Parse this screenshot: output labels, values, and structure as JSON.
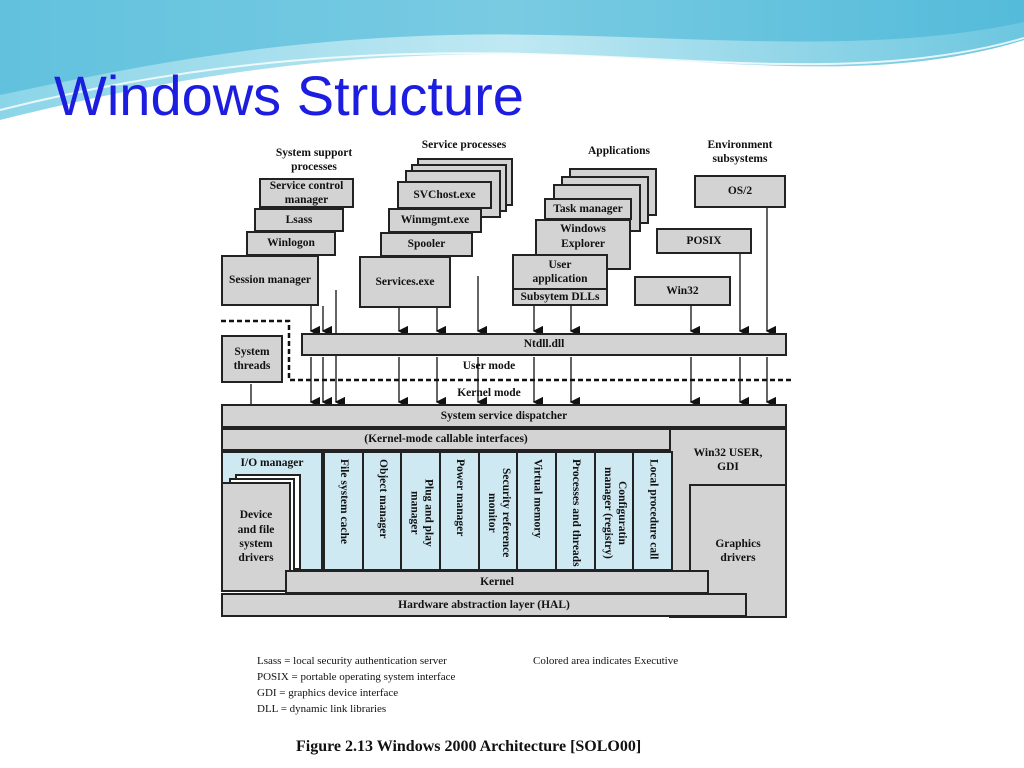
{
  "slide": {
    "title": "Windows Structure"
  },
  "diagram": {
    "groups": {
      "system_support": "System support processes",
      "service_processes": "Service processes",
      "applications": "Applications",
      "environment_subsystems": "Environment subsystems"
    },
    "system_support": {
      "service_control_manager": "Service control manager",
      "lsass": "Lsass",
      "winlogon": "Winlogon",
      "session_manager": "Session manager",
      "system_threads": "System threads"
    },
    "service_processes": {
      "svchost": "SVChost.exe",
      "winmgmt": "Winmgmt.exe",
      "spooler": "Spooler",
      "services": "Services.exe"
    },
    "applications": {
      "task_manager": "Task manager",
      "windows_explorer": "Windows Explorer",
      "user_application": "User application",
      "subsystem_dlls": "Subsytem DLLs"
    },
    "environment": {
      "os2": "OS/2",
      "posix": "POSIX",
      "win32": "Win32"
    },
    "ntdll": "Ntdll.dll",
    "user_mode": "User mode",
    "kernel_mode": "Kernel mode",
    "system_service_dispatcher": "System service dispatcher",
    "kernel_mode_callable": "(Kernel-mode callable interfaces)",
    "win32_user_gdi": "Win32 USER, GDI",
    "graphics_drivers": "Graphics drivers",
    "io_manager": "I/O manager",
    "device_drivers": "Device and file system drivers",
    "executive_components": [
      "File system cache",
      "Object manager",
      "Plug and play manager",
      "Power manager",
      "Security reference monitor",
      "Virtual memory",
      "Processes and threads",
      "Configuratin manager (registry)",
      "Local procedure call"
    ],
    "kernel": "Kernel",
    "hal": "Hardware abstraction layer (HAL)"
  },
  "legend": [
    "Lsass = local security authentication server",
    "POSIX = portable operating system interface",
    "GDI = graphics device interface",
    "DLL = dynamic link libraries"
  ],
  "legend_note": "Colored area indicates Executive",
  "caption": "Figure 2.13  Windows 2000 Architecture [SOLO00]",
  "colors": {
    "title": "#1d1de0",
    "executive": "#cfe9f3",
    "box_fill": "#d3d3d3",
    "border": "#222222"
  }
}
